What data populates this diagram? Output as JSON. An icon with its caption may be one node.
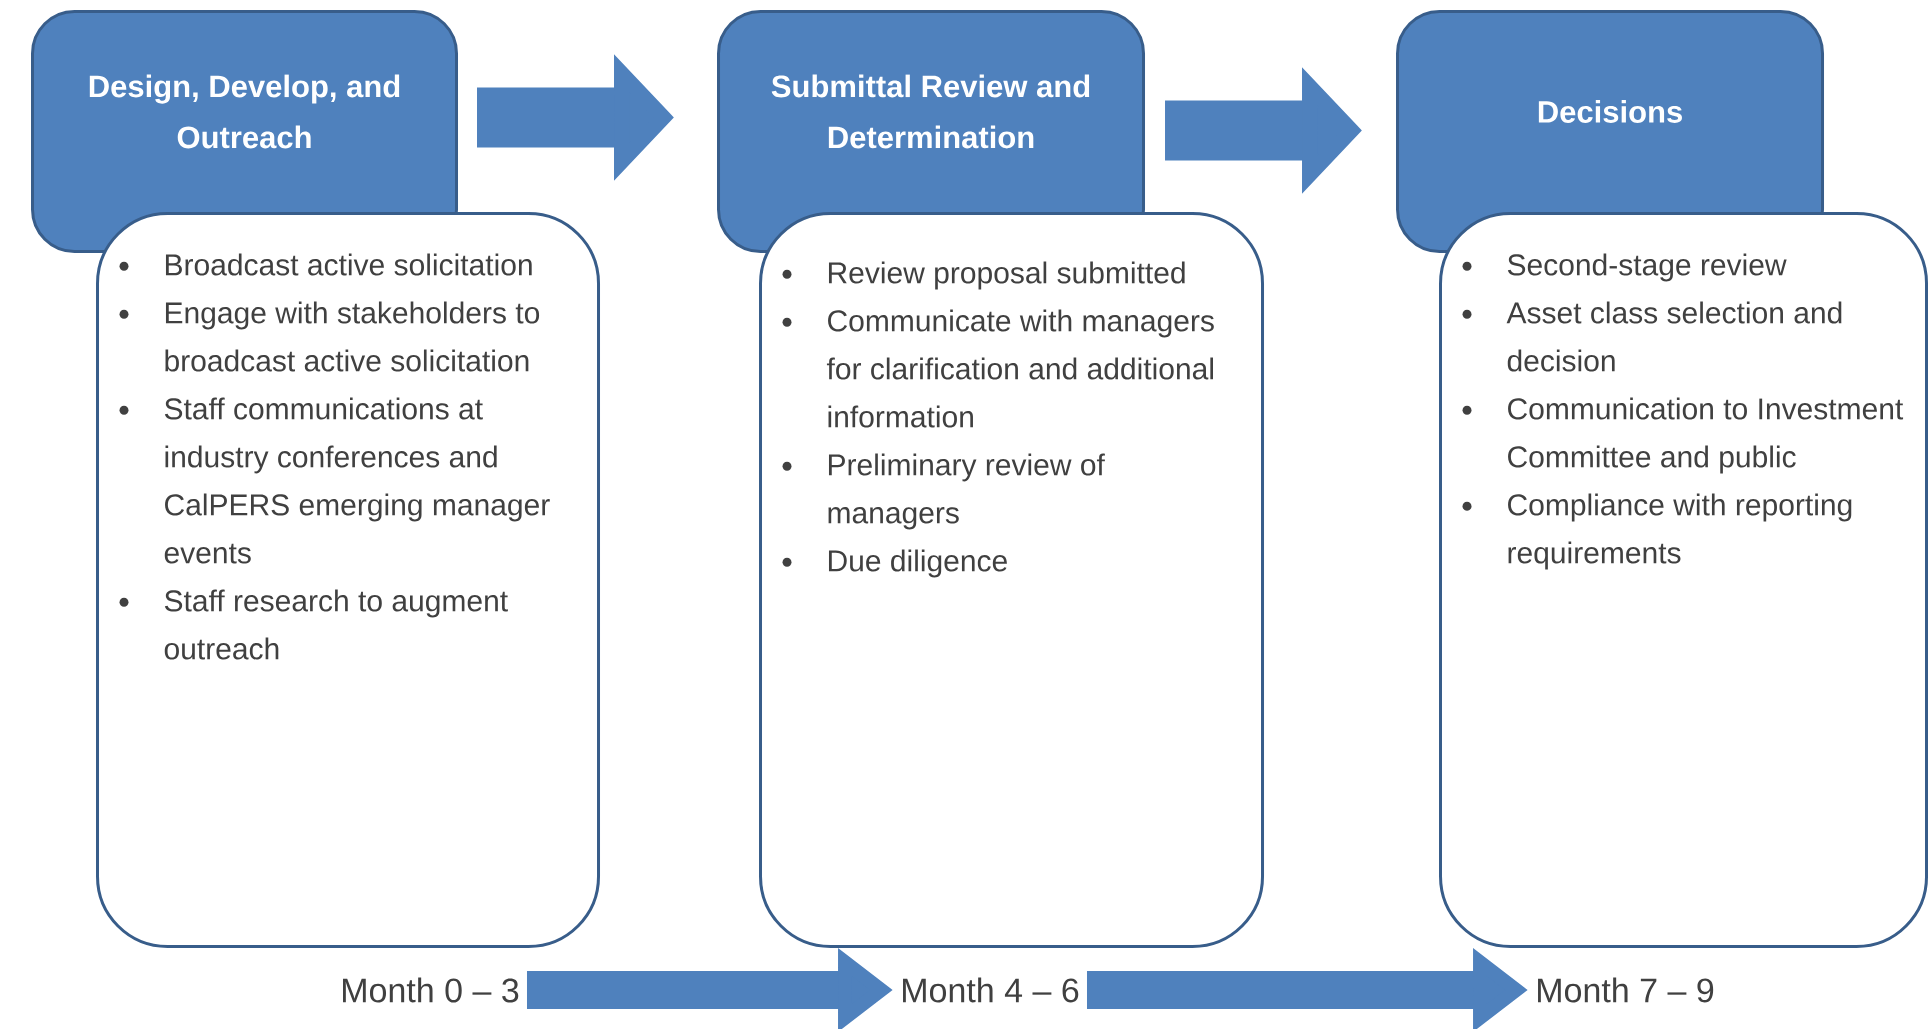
{
  "diagram": {
    "nodes": [
      {
        "text": [
          "Design, Develop, and Outreach"
        ]
      },
      {
        "text": [
          "Broadcast active solicitation",
          "Engage with stakeholders to broadcast active solicitation",
          "Staff communications at industry conferences and CalPERS emerging manager events",
          "Staff research to augment outreach"
        ]
      },
      {
        "text": [
          "Submittal Review and Determination"
        ]
      },
      {
        "text": [
          "Review proposal submitted",
          "Communicate with managers for clarification and additional information",
          "Preliminary review of managers",
          "Due diligence"
        ]
      },
      {
        "text": [
          "Decisions"
        ]
      },
      {
        "text": [
          "Second-stage review",
          "Asset class selection and decision",
          "Communication to Investment Committee and public",
          "Compliance with reporting requirements"
        ]
      },
      {
        "text": [
          "Month 0 – 3"
        ]
      },
      {
        "text": [
          "Month 4 – 6"
        ]
      },
      {
        "text": [
          "Month 7 – 9"
        ]
      }
    ],
    "edges": [
      {
        "from": 0,
        "to": 2,
        "arrow": "to"
      },
      {
        "from": 2,
        "to": 4,
        "arrow": "to"
      },
      {
        "from": 6,
        "to": 7,
        "arrow": "to"
      },
      {
        "from": 7,
        "to": 8,
        "arrow": "to"
      }
    ]
  }
}
